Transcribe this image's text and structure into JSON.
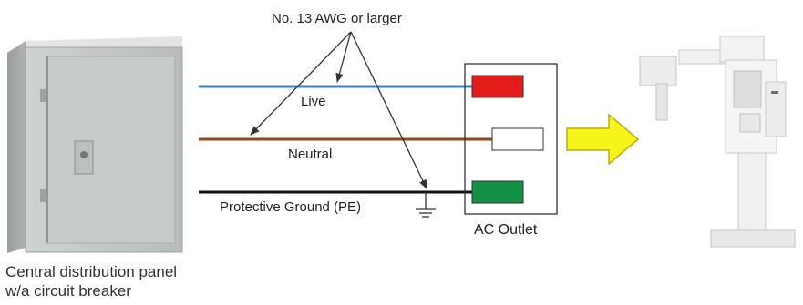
{
  "labels": {
    "awg": "No. 13 AWG or larger",
    "live": "Live",
    "neutral": "Neutral",
    "pe": "Protective Ground (PE)",
    "outlet": "AC Outlet",
    "panel_caption_line1": "Central distribution panel",
    "panel_caption_line2": "w/a circuit breaker"
  },
  "colors": {
    "live_wire": "#3a7fc0",
    "neutral_wire": "#8a4a1c",
    "pe_wire": "#111111",
    "live_terminal": "#e31b1b",
    "neutral_terminal": "#ffffff",
    "pe_terminal": "#119146",
    "arrow": "#f7f41a"
  },
  "icons": [
    "distribution-panel",
    "ground-symbol",
    "dental-xray-unit"
  ]
}
